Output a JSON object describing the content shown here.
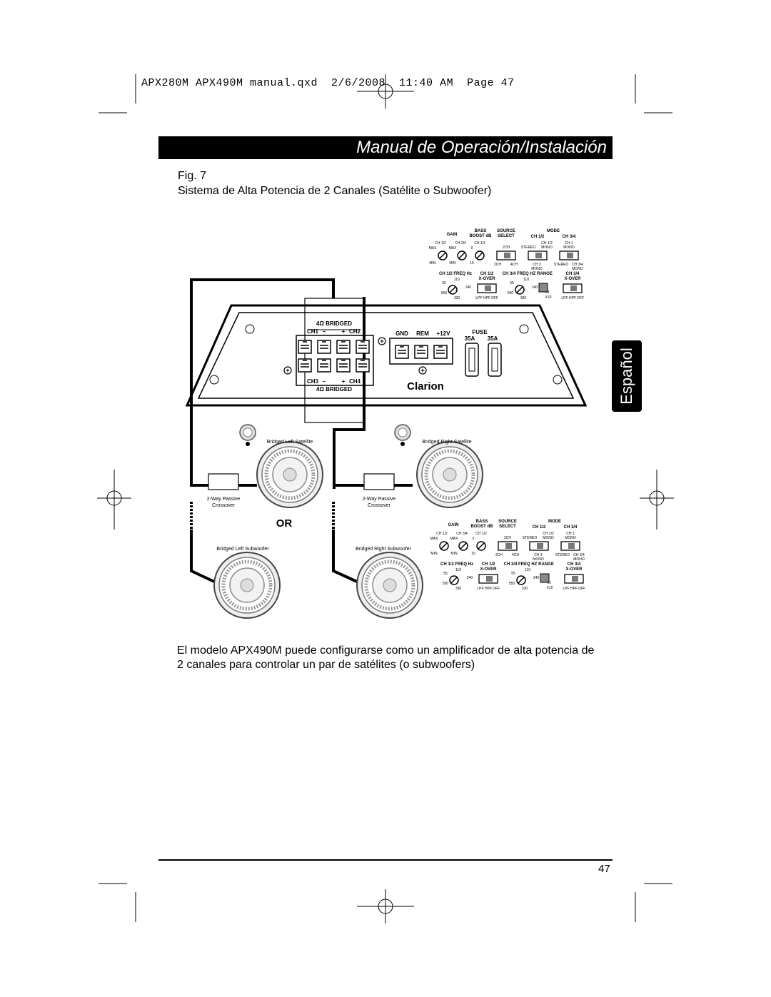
{
  "print_slug": "APX280M APX490M manual.qxd  2/6/2008  11:40 AM  Page 47",
  "header": {
    "banner_title": "Manual de Operación/Instalación"
  },
  "side_tab": {
    "label": "Español"
  },
  "figure": {
    "number": "Fig. 7",
    "caption": "Sistema de Alta Potencia de 2 Canales (Satélite o Subwoofer)",
    "or_label": "OR",
    "amplifier": {
      "brand": "Clarion",
      "bridged_top": "4Ω BRIDGED",
      "bridged_bottom": "4Ω BRIDGED",
      "ch1": "CH1",
      "ch2": "CH2",
      "ch3": "CH3",
      "ch4": "CH4",
      "gnd": "GND",
      "rem": "REM",
      "pos12v": "+12V",
      "fuse": "FUSE",
      "fuse1": "35A",
      "fuse2": "35A",
      "minus": "–",
      "plus": "+"
    },
    "control_panel": {
      "gain": "GAIN",
      "bass_boost_1": "BASS",
      "bass_boost_2": "BOOST dB",
      "source_1": "SOURCE",
      "source_2": "SELECT",
      "mode": "MODE",
      "ch12": "CH 1/2",
      "ch34": "CH 3/4",
      "max": "MAX",
      "min": "MIN",
      "zero": "0",
      "fifteen": "15",
      "twoch": "2CH",
      "fourch": "4CH",
      "stereo": "STEREO",
      "mono": "MONO",
      "ch1_mono_1": "CH 1",
      "ch1_mono_2": "MONO",
      "ch3_mono_1": "CH 3",
      "ch3_mono_2": "MONO",
      "ch12_freq": "CH 1/2 FREQ Hz",
      "ch12_xover_1": "CH 1/2",
      "ch12_xover_2": "X-OVER",
      "ch34_freq": "CH 3/4 FREQ HZ",
      "range": "RANGE",
      "ch34_xover_1": "CH 3/4",
      "ch34_xover_2": "X-OVER",
      "f55": "55",
      "f110": "110",
      "f240": "240",
      "f330": "330",
      "f550": "550",
      "lpf": "LPF",
      "hpf": "HPF",
      "off": "OFF",
      "x1": "X1",
      "x10": "X10"
    },
    "labels": {
      "left_satellite": "Bridged Left Satellite",
      "right_satellite": "Bridged Right Satellite",
      "crossover_l1": "2-Way Passive",
      "crossover_l2": "Crossover",
      "crossover_r1": "2-Way Passive",
      "crossover_r2": "Crossover",
      "left_sub": "Bridged Left Subwoofer",
      "right_sub": "Bridged Right Subwoofer"
    }
  },
  "body_text": "El modelo APX490M puede configurarse como un amplificador de alta potencia de 2 canales para controlar un par de satélites (o subwoofers)",
  "page_number": "47"
}
